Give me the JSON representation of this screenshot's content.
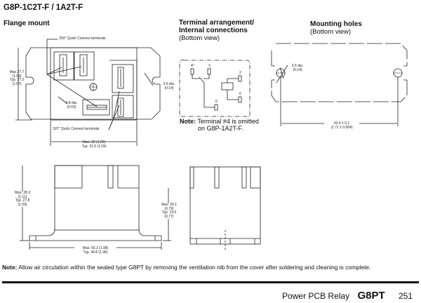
{
  "page": {
    "model_title": "G8P-1C2T-F / 1A2T-F",
    "page_number": "251"
  },
  "flange_mount": {
    "title": "Flange mount",
    "quick_connect_250": ".250\" Quick Connect terminals",
    "quick_connect_187": ".187\" Quick Connect terminals",
    "height_dim": [
      "Max 27.7",
      "(1.09)",
      "Typ. 27.2",
      "(1.07)"
    ],
    "hole_dim": [
      "3.6 dia.",
      "(0.14)"
    ],
    "pin_dim": [
      "0.8 dia.",
      "(0.03)"
    ],
    "width_dim": [
      "Max. 32 (1.26)",
      "Typ. 31.5 (1.24)"
    ]
  },
  "terminal_arrangement": {
    "title_line1": "Terminal arrangement/",
    "title_line2": "Internal connections",
    "subtitle": "(Bottom view)",
    "terminals": [
      "4*",
      "3",
      "2",
      "6",
      "5"
    ],
    "note_label": "Note:",
    "note_text_line1": "Terminal #4 is omitted",
    "note_text_line2": "on G8P-1A2T-F."
  },
  "mounting_holes": {
    "title": "Mounting holes",
    "subtitle": "(Bottom view)",
    "hole_dim": [
      "3.6 dia.",
      "(0.14)"
    ],
    "span_dim": [
      "43.4 ± 0.1",
      "(1.71 ± 0.004)"
    ]
  },
  "side_view": {
    "height_dim": [
      "Max. 28.3",
      "(1.11)",
      "Typ. 27.8",
      "(1.09)"
    ],
    "body_dim": [
      "Max. 20.1",
      "(0.79)",
      "Typ. 19.6",
      "(0.77)"
    ],
    "width_dim": [
      "Max. 50.3 (1.98)",
      "Typ. 49.8 (1.96)"
    ]
  },
  "bottom_note": {
    "label": "Note:",
    "text": "Allow air circulation within the sealed type G8PT by removing the ventilation nib from the cover after soldering and cleaning is complete."
  },
  "footer": {
    "category": "Power PCB Relay",
    "product": "G8PT",
    "page_number": "251"
  }
}
